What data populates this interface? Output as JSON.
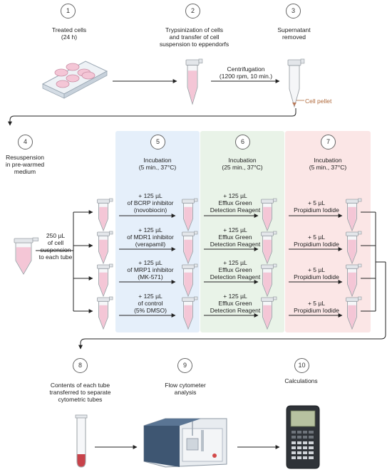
{
  "colors": {
    "panel_blue": "#e5effa",
    "panel_green": "#e9f3e8",
    "panel_red": "#fbe6e6",
    "liquid": "#f4c6d6",
    "pellet": "#b97a5a",
    "arrow": "#222222"
  },
  "steps": [
    {
      "num": "1",
      "lines": [
        "Treated cells",
        "(24 h)"
      ]
    },
    {
      "num": "2",
      "lines": [
        "Trypsinization of cells",
        "and transfer of cell",
        "suspension to eppendorfs"
      ]
    },
    {
      "num": "3",
      "lines": [
        "Supernatant",
        "removed"
      ]
    },
    {
      "num": "4",
      "lines": [
        "Resuspension",
        "in pre-warmed",
        "medium"
      ]
    },
    {
      "num": "5",
      "lines": [
        "Incubation",
        "(5 min., 37°C)"
      ]
    },
    {
      "num": "6",
      "lines": [
        "Incubation",
        "(25 min., 37°C)"
      ]
    },
    {
      "num": "7",
      "lines": [
        "Incubation",
        "(5 min., 37°C)"
      ]
    },
    {
      "num": "8",
      "lines": [
        "Contents of each tube",
        "transferred to separate",
        "cytometric tubes"
      ]
    },
    {
      "num": "9",
      "lines": [
        "Flow cytometer",
        "analysis"
      ]
    },
    {
      "num": "10",
      "lines": [
        "Calculations"
      ]
    }
  ],
  "centrifugation": [
    "Centrifugation",
    "(1200 rpm, 10 min.)"
  ],
  "cell_pellet": "Cell pellet",
  "volume_label": [
    "250 µL",
    "of cell",
    "suspension",
    "to each tube"
  ],
  "inhibitors": [
    [
      "+ 125 µL",
      "of BCRP inhibitor",
      "(novobiocin)"
    ],
    [
      "+ 125 µL",
      "of MDR1 inhibitor",
      "(verapamil)"
    ],
    [
      "+ 125 µL",
      "of MRP1 inhibitor",
      "(MK-571)"
    ],
    [
      "+ 125 µL",
      "of control",
      "(5% DMSO)"
    ]
  ],
  "efflux": [
    "+ 125 µL",
    "Efflux Green",
    "Detection Reagent"
  ],
  "pi": [
    "+ 5 µL",
    "Propidium Iodide"
  ]
}
